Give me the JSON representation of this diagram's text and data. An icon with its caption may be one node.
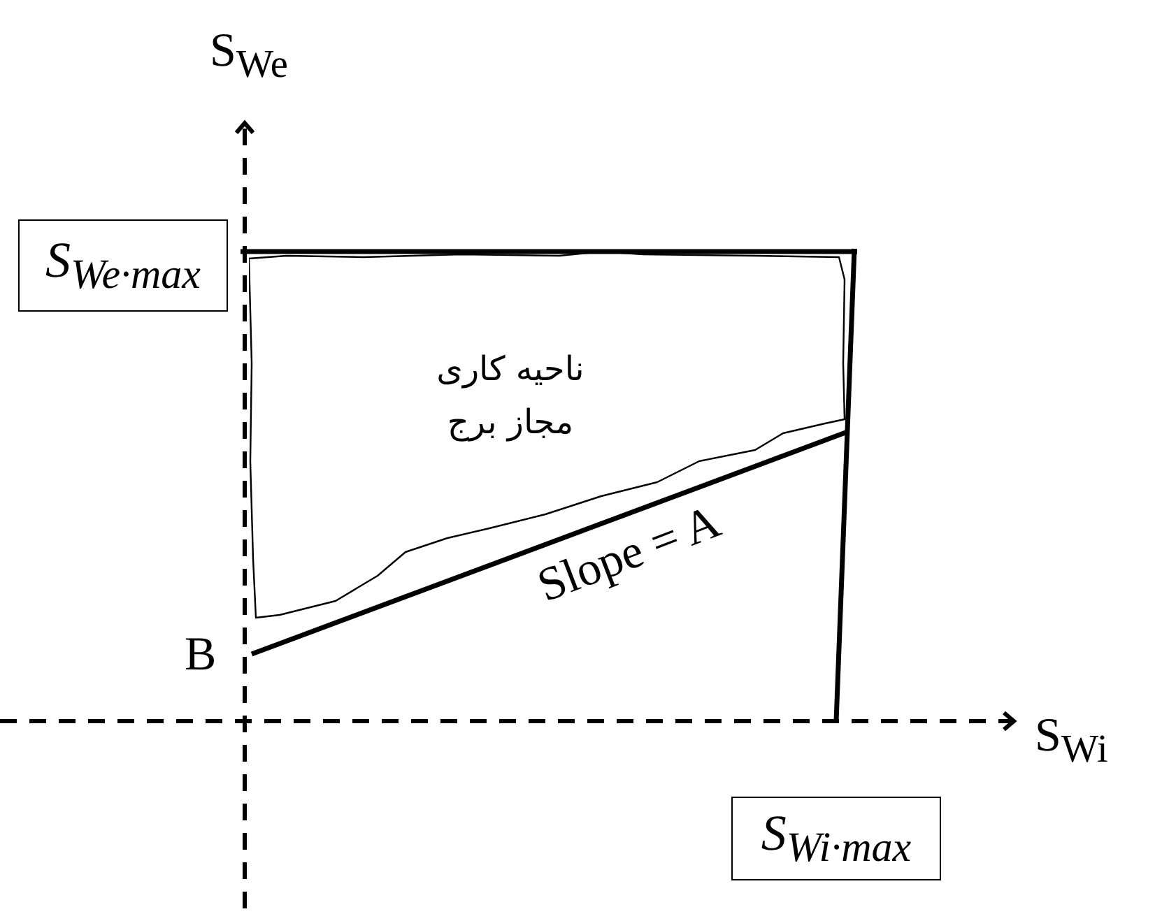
{
  "diagram": {
    "nodes": [
      {
        "text": [
          "S$_{We·max}$"
        ]
      },
      {
        "text": [
          "S$_{Wi·max}$"
        ]
      },
      {
        "text": [
          "ناحیه کاری مجاز برج"
        ]
      }
    ],
    "labels": [
      "S$_{We}$",
      "S$_{Wi}$",
      "B",
      "Slope = A"
    ]
  }
}
